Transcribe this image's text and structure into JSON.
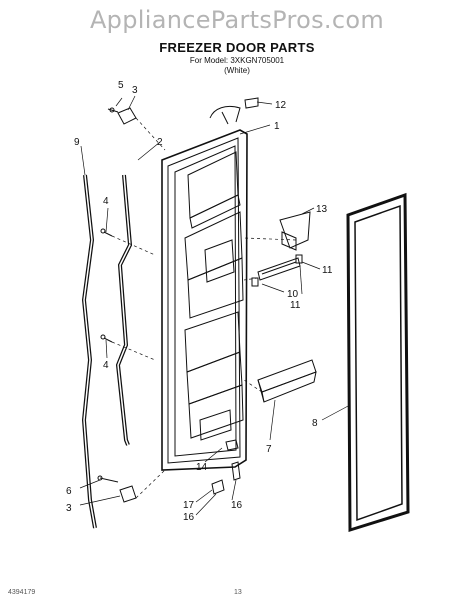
{
  "watermark": "AppliancePartsPros.com",
  "title": "FREEZER DOOR PARTS",
  "model": {
    "line1": "For Model: 3XKGN705001",
    "line2": "(White)"
  },
  "callouts": {
    "c1": "1",
    "c2": "2",
    "c3a": "3",
    "c3b": "3",
    "c4a": "4",
    "c4b": "4",
    "c5": "5",
    "c6": "6",
    "c7": "7",
    "c8": "8",
    "c9": "9",
    "c10": "10",
    "c11a": "11",
    "c11b": "11",
    "c12": "12",
    "c13": "13",
    "c14": "14",
    "c16a": "16",
    "c16b": "16",
    "c17": "17"
  },
  "footer": {
    "left": "4394179",
    "center": "13"
  }
}
